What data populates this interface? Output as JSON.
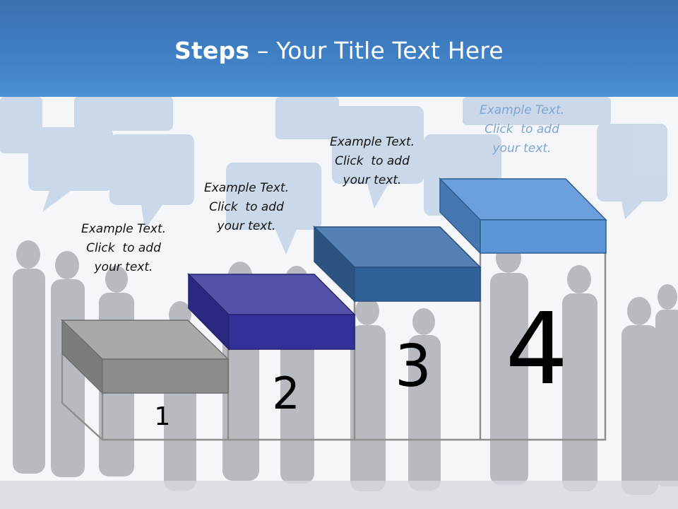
{
  "title": {
    "bold": "Steps",
    "rest": " – Your Title Text Here"
  },
  "steps": [
    {
      "number": "1",
      "text": [
        "Example Text.",
        "Click  to add",
        "your text."
      ],
      "color": "#8c8c8c"
    },
    {
      "number": "2",
      "text": [
        "Example Text.",
        "Click  to add",
        "your text."
      ],
      "color": "#34309a"
    },
    {
      "number": "3",
      "text": [
        "Example Text.",
        "Click  to add",
        "your text."
      ],
      "color": "#2f6199"
    },
    {
      "number": "4",
      "text": [
        "Example Text.",
        "Click  to add",
        "your text."
      ],
      "color": "#5b95d6"
    }
  ],
  "colors": {
    "header": "#3f7fc4",
    "accent": "#4a8fd4"
  }
}
